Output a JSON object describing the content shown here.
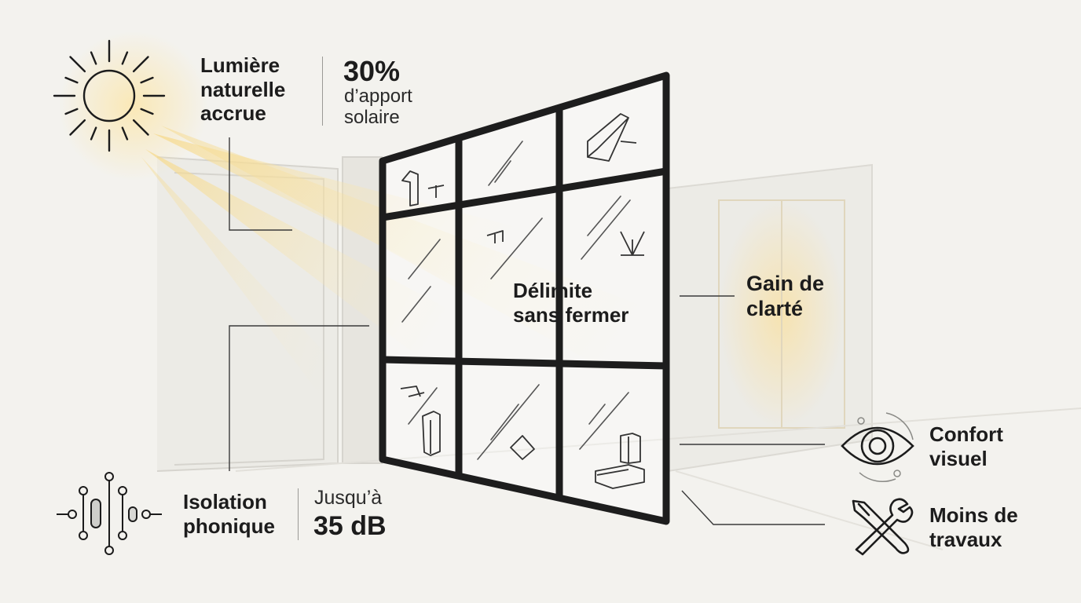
{
  "center_label": "Délimite\nsans fermer",
  "features": {
    "light": {
      "title": "Lumière\nnaturelle\naccrue",
      "value": "30%",
      "value_caption": "d’apport\nsolaire",
      "icon": "sun-icon"
    },
    "clarity": {
      "title": "Gain de\nclarté"
    },
    "sound": {
      "title": "Isolation\nphonique",
      "value_prefix": "Jusqu’à",
      "value": "35 dB",
      "icon": "sound-wave-icon"
    },
    "comfort": {
      "title": "Confort\nvisuel",
      "icon": "eye-icon"
    },
    "works": {
      "title": "Moins de\ntravaux",
      "icon": "wrench-screwdriver-icon"
    }
  },
  "colors": {
    "sunlight": "#f6d98a",
    "frame": "#1d1d1d",
    "line": "#3a3a3a",
    "room": "#d9d7d1"
  }
}
